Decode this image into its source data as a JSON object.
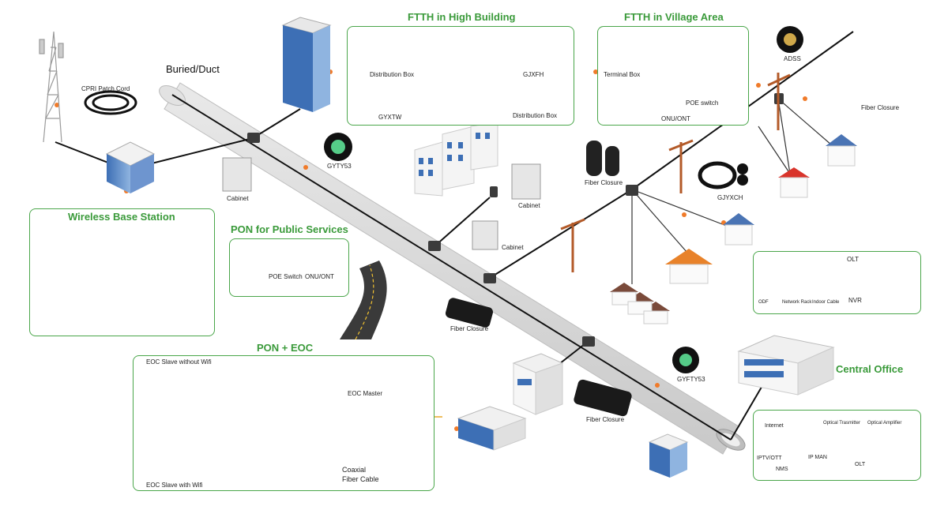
{
  "labels": {
    "buried_duct": "Buried/Duct",
    "ftth_high_building": "FTTH in High Building",
    "ftth_village": "FTTH in Village Area",
    "wireless_base_station": "Wireless Base Station",
    "pon_public": "PON for Public Services",
    "pon_eoc": "PON + EOC",
    "central_office": "Central Office",
    "cpri_patch_cord": "CPRI Patch Cord",
    "cabinet": "Cabinet",
    "gyty53_top": "GYTY53",
    "gyfty53": "GYFTY53",
    "fiber_closure": "Fiber Closure",
    "gjyxch": "GJYXCH",
    "adss": "ADSS",
    "distribution_box": "Distribution Box",
    "gjxfh": "GJXFH",
    "gyxtw": "GYXTW",
    "terminal_box": "Terminal Box",
    "poe_switch": "POE switch",
    "onu_ont": "ONU/ONT",
    "poe_switch_pub": "POE Switch",
    "onu_ont_pub": "ONU/ONT",
    "eoc_slave_without_wifi": "EOC Slave without Wifi",
    "eoc_slave_with_wifi": "EOC Slave with Wifi",
    "eoc_master": "EOC Master",
    "coaxial": "Coaxial",
    "fiber_cable": "Fiber Cable",
    "olt": "OLT",
    "nvr": "NVR",
    "odf": "ODF",
    "network_rack": "Network Rack",
    "indoor_cable": "Indoor Cable",
    "internet": "Internet",
    "optical_transmitter": "Optical Trasmitter",
    "optical_amplifier": "Optical Amplifier",
    "iptv_ott": "IPTV/OTT",
    "ip_man": "IP MAN",
    "nms": "NMS",
    "olt_co": "OLT"
  },
  "colors": {
    "accent_green": "#3a9a3a",
    "panel_border": "#4aa64a",
    "duct_gray": "#d9d9d9",
    "fiber_orange": "#f07b2a",
    "building_blue": "#4a74b4",
    "roof_red": "#d9342b",
    "roof_orange": "#e8822a"
  }
}
